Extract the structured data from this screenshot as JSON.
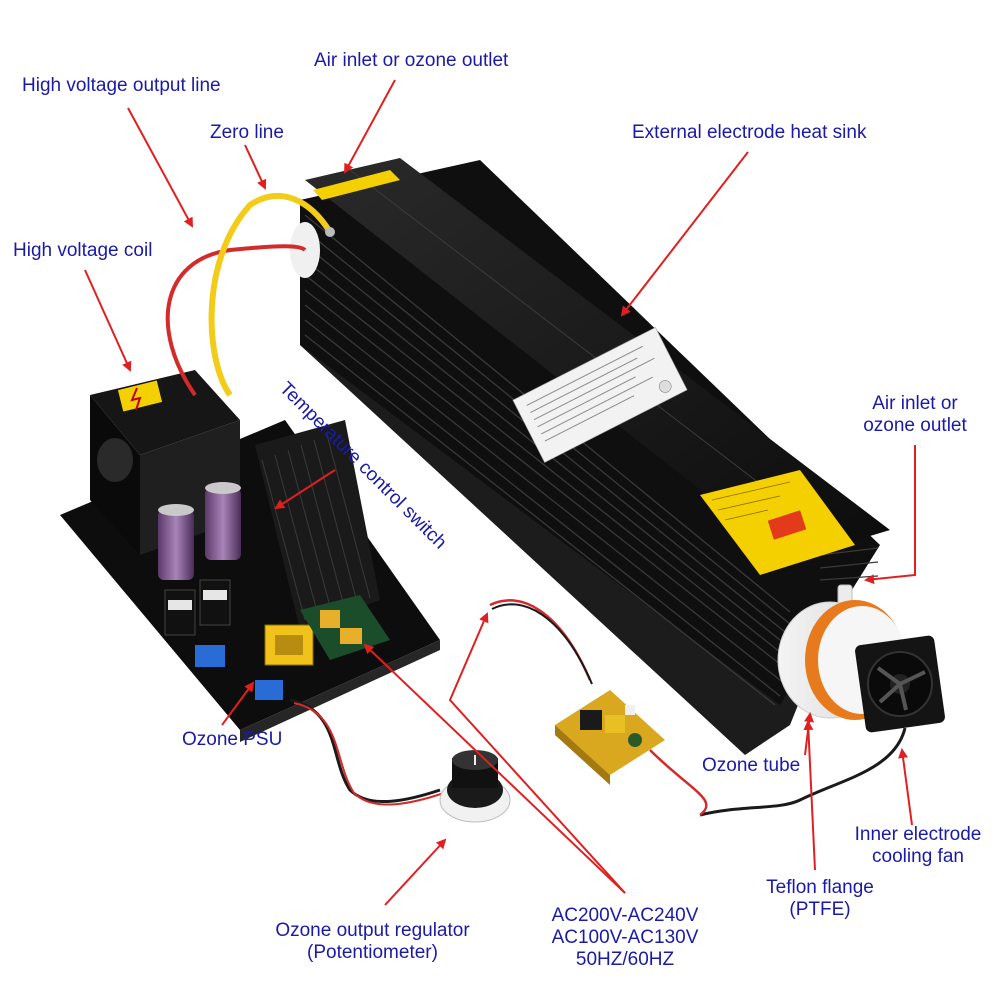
{
  "labels": {
    "air_inlet_top": "Air inlet or ozone outlet",
    "hv_output_line": "High voltage output line",
    "zero_line": "Zero line",
    "heat_sink": "External electrode heat sink",
    "hv_coil": "High voltage coil",
    "temp_switch": "Temperature control switch",
    "air_inlet_right_1": "Air inlet or",
    "air_inlet_right_2": "ozone outlet",
    "ozone_psu": "Ozone PSU",
    "ozone_tube": "Ozone tube",
    "inner_fan_1": "Inner electrode",
    "inner_fan_2": "cooling fan",
    "teflon_1": "Teflon flange",
    "teflon_2": "(PTFE)",
    "regulator_1": "Ozone output regulator",
    "regulator_2": "(Potentiometer)",
    "ac_1": "AC200V-AC240V",
    "ac_2": "AC100V-AC130V",
    "ac_3": "50HZ/60HZ"
  },
  "colors": {
    "label_text": "#1a1aa8",
    "arrow": "#e02020",
    "heatsink": "#151515",
    "warning_label": "#f4d000",
    "flange": "#e87a1e",
    "wire_red": "#d42a2a",
    "wire_yellow": "#f2cc19"
  },
  "icons": {
    "fan": "fan-icon",
    "knob": "knob-icon",
    "warning": "high-voltage-warning-icon"
  }
}
